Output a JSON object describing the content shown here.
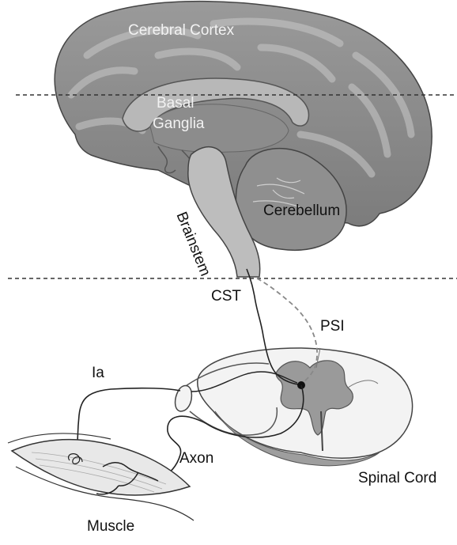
{
  "labels": {
    "cerebral_cortex": "Cerebral Cortex",
    "basal_ganglia_line1": "Basal",
    "basal_ganglia_line2": "Ganglia",
    "brainstem": "Brainstem",
    "cerebellum": "Cerebellum",
    "cst": "CST",
    "psi": "PSI",
    "ia": "Ia",
    "axon": "Axon",
    "spinal_cord": "Spinal Cord",
    "muscle": "Muscle"
  }
}
